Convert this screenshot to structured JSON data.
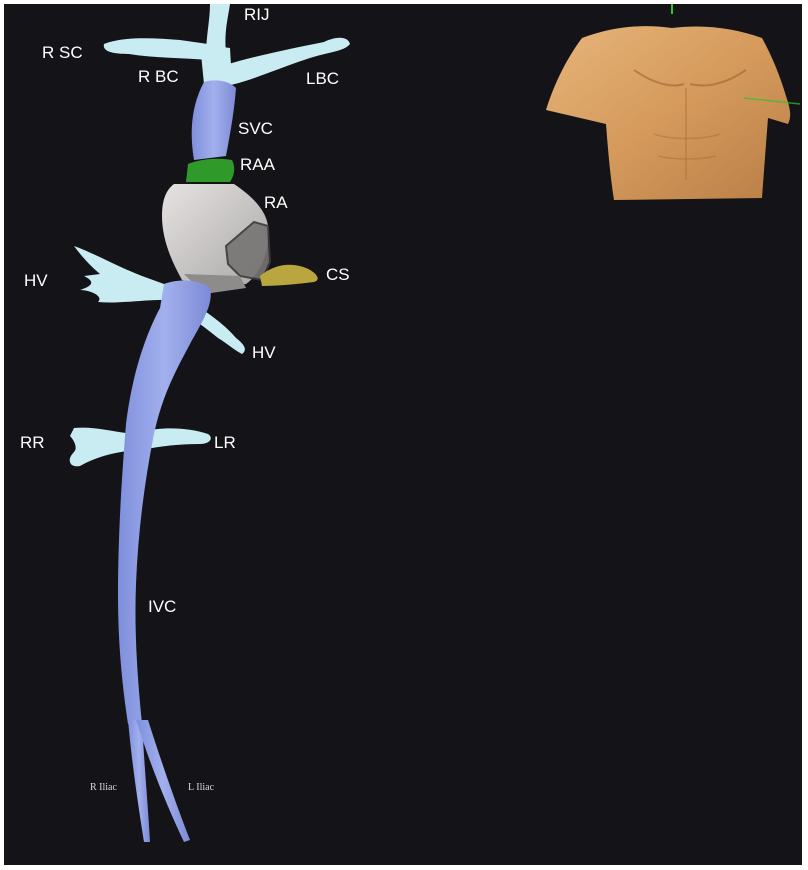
{
  "labels": {
    "rij": "RIJ",
    "r_sc": "R SC",
    "r_bc": "R BC",
    "lbc": "LBC",
    "svc": "SVC",
    "raa": "RAA",
    "ra": "RA",
    "cs": "CS",
    "hv_left": "HV",
    "hv_right": "HV",
    "rr": "RR",
    "lr": "LR",
    "ivc": "IVC",
    "r_iliac": "R Iliac",
    "l_iliac": "L Iliac"
  },
  "colors": {
    "background": "#141418",
    "vena_cava": "#8f9ee6",
    "branch_veins": "#c8ecf2",
    "right_atrial_appendage": "#2f9a2a",
    "right_atrium": "#cfcccb",
    "coronary_sinus": "#b9a63e",
    "torso_skin": "#d59a5c"
  }
}
